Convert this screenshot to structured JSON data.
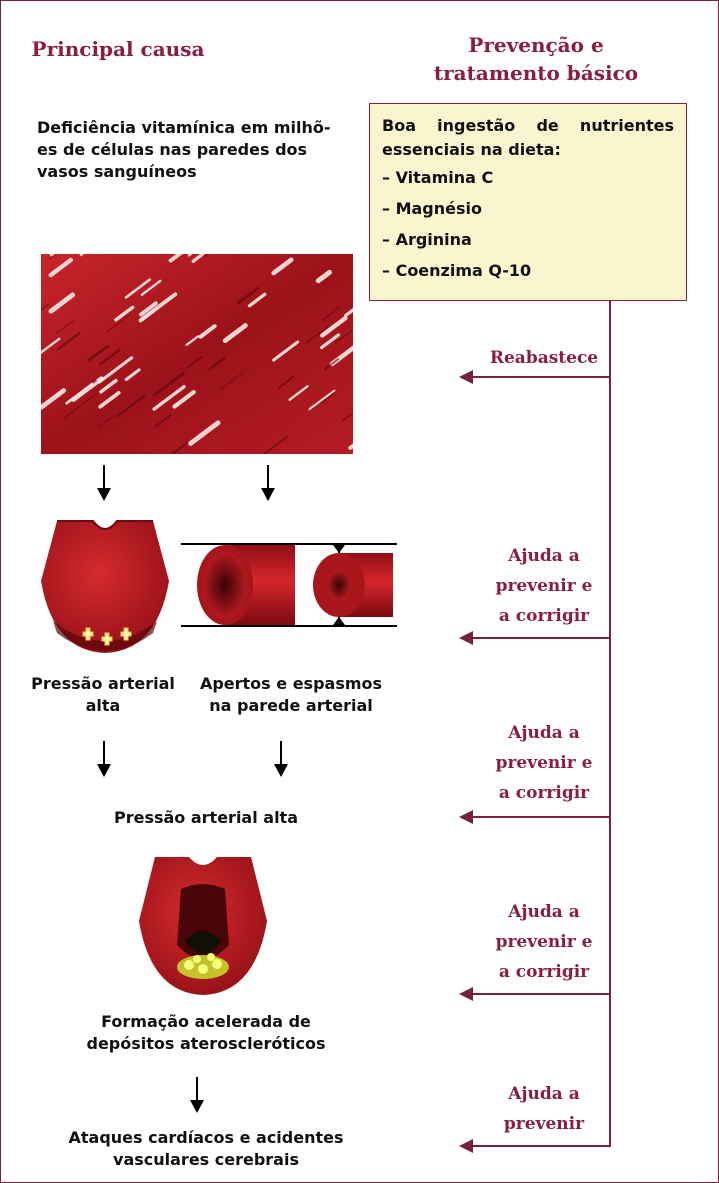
{
  "left_header": "Principal causa",
  "right_header_line1": "Prevenção e",
  "right_header_line2": "tratamento básico",
  "cause_text": "Deficiência vitamínica em milhões de células nas paredes dos vasos sanguíneos",
  "cause_lines": [
    "Deficiência vitamínica em milhõ-",
    "es de células nas paredes dos",
    "vasos sanguíneos"
  ],
  "prevention_box": {
    "heading": "Boa ingestão de nutrientes essenciais na dieta:",
    "items": [
      "– Vitamina C",
      "– Magnésio",
      "– Arginina",
      "– Coenzima Q-10"
    ]
  },
  "right_labels": [
    [
      "Reabastece"
    ],
    [
      "Ajuda a",
      "prevenir e",
      "a corrigir"
    ],
    [
      "Ajuda a",
      "prevenir e",
      "a corrigir"
    ],
    [
      "Ajuda a",
      "prevenir e",
      "a corrigir"
    ],
    [
      "Ajuda a",
      "prevenir"
    ]
  ],
  "label_high_pressure_1": [
    "Pressão arterial",
    "alta"
  ],
  "label_spasms": [
    "Apertos e espasmos",
    "na parede arterial"
  ],
  "label_high_pressure_2": "Pressão arterial alta",
  "label_deposits": [
    "Formação acelerada de",
    "depósitos ateroscleróticos"
  ],
  "label_attacks": [
    "Ataques cardíacos e acidentes",
    "vasculares cerebrais"
  ],
  "colors": {
    "accent": "#8a1d45",
    "box_fill": "#fbf5cf",
    "vessel_red": "#b3141c"
  },
  "icons": [
    "vessel-tissue-image",
    "artery-pressure-icon",
    "artery-spasm-icon",
    "plaque-artery-icon"
  ]
}
